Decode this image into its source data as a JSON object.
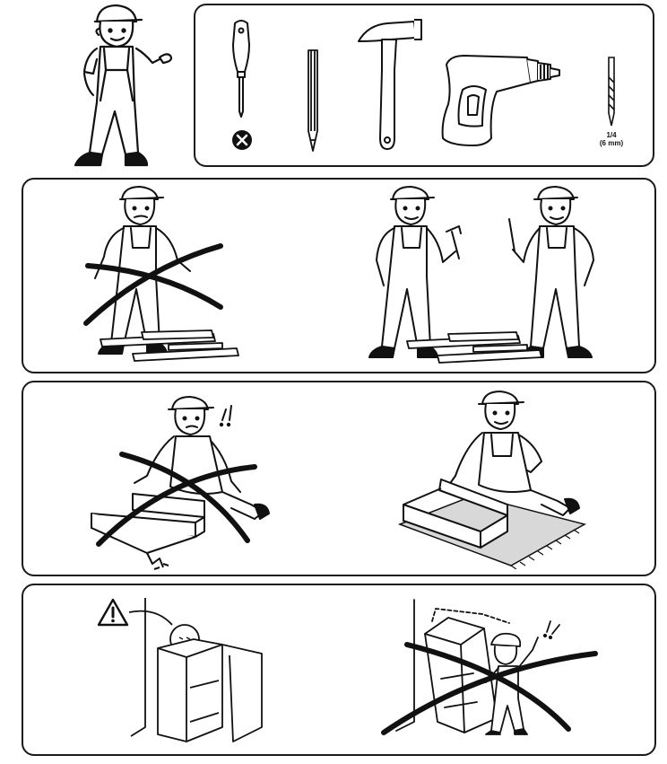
{
  "tools": {
    "drill_bit_size": "1/4",
    "drill_bit_metric": "(6 mm)"
  },
  "colors": {
    "ink": "#111111",
    "floor_shade": "#d8d8d8",
    "background": "#ffffff"
  },
  "icons": [
    "worker-pointing",
    "screwdriver-icon",
    "not-allowed-icon",
    "pencil-icon",
    "hammer-icon",
    "power-drill-icon",
    "drill-bit-icon",
    "warning-icon"
  ]
}
